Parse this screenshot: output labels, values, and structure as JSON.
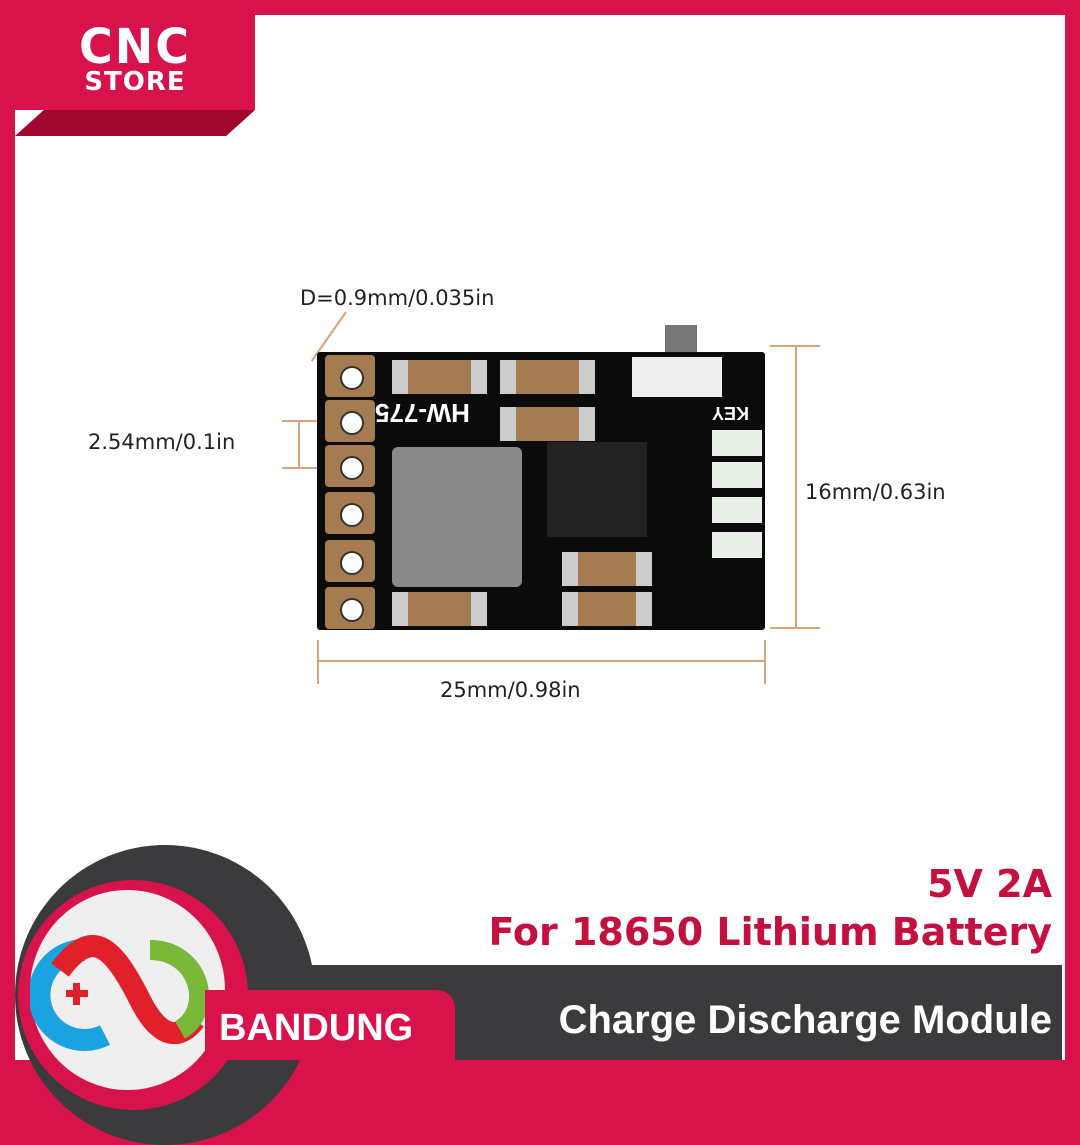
{
  "brand": {
    "line1": "CNC",
    "line2": "STORE",
    "city": "BANDUNG"
  },
  "dimensions": {
    "hole": "D=0.9mm/0.035in",
    "pitch": "2.54mm/0.1in",
    "height": "16mm/0.63in",
    "width": "25mm/0.98in"
  },
  "board": {
    "model": "HW-775",
    "key_label": "KEY"
  },
  "headline": {
    "spec": "5V 2A",
    "battery": "For 18650 Lithium Battery",
    "product": "Charge Discharge Module"
  },
  "colors": {
    "brand_red": "#d8124a",
    "dark": "#3b3a3c",
    "dim_line": "#d9a37a"
  }
}
